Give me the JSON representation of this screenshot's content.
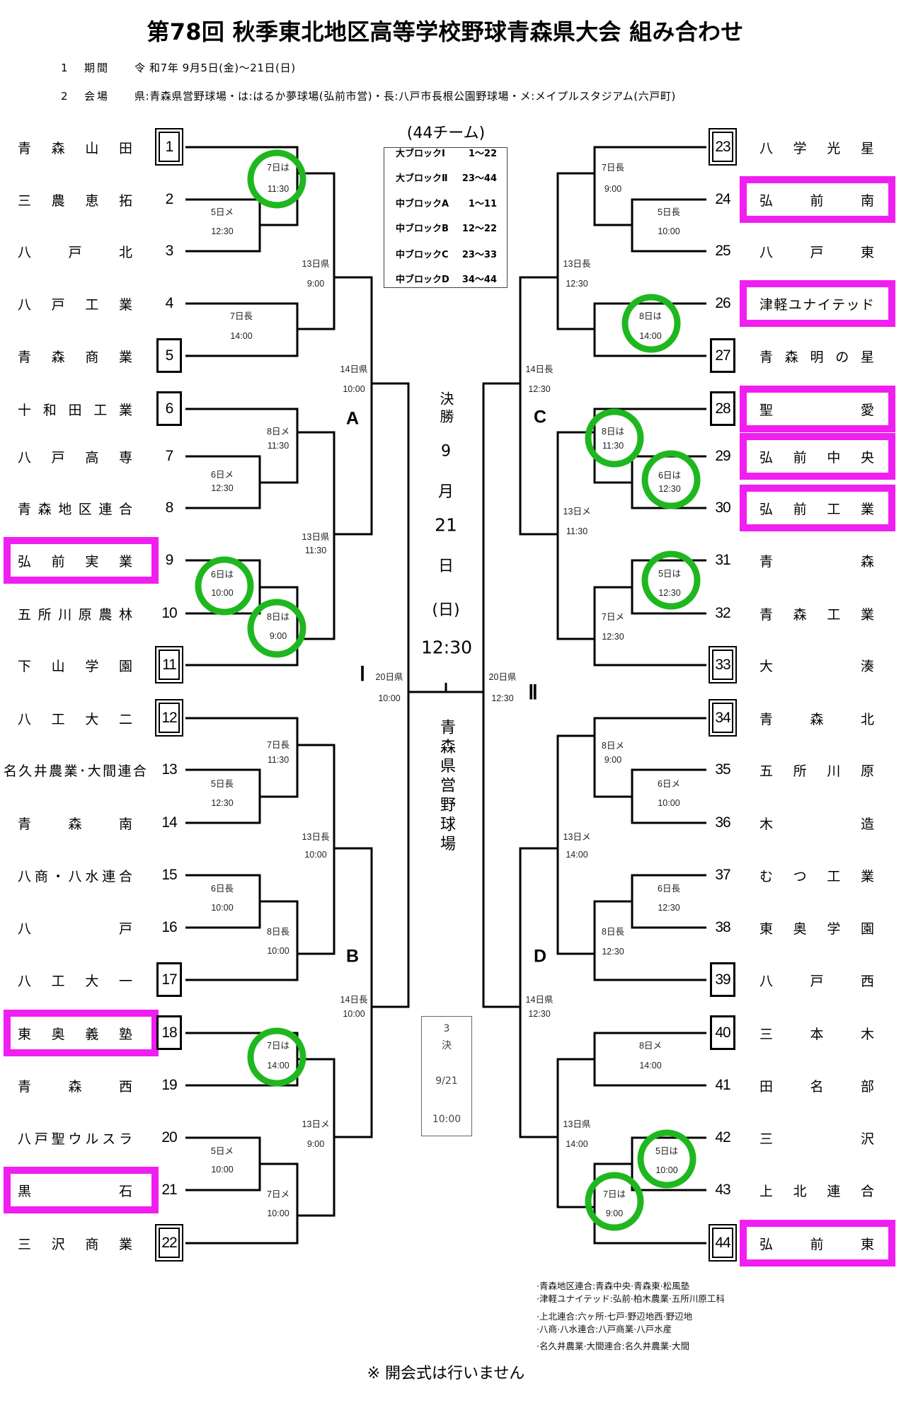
{
  "title": "第78回 秋季東北地区高等学校野球青森県大会 組み合わせ",
  "info": [
    {
      "num": "1",
      "label": "期間",
      "value": "令 和7年 9月5日(金)〜21日(日)"
    },
    {
      "num": "2",
      "label": "会場",
      "value": "県:青森県営野球場・は:はるか夢球場(弘前市営)・長:八戸市長根公園野球場・メ:メイプルスタジアム(六戸町)"
    }
  ],
  "team_count": "(44チーム)",
  "block_table": [
    {
      "name": "大ブロックⅠ",
      "range": "1〜22"
    },
    {
      "name": "大ブロックⅡ",
      "range": "23〜44"
    },
    {
      "name": "中ブロックA",
      "range": "1〜11"
    },
    {
      "name": "中ブロックB",
      "range": "12〜22"
    },
    {
      "name": "中ブロックC",
      "range": "23〜33"
    },
    {
      "name": "中ブロックD",
      "range": "34〜44"
    }
  ],
  "teams": [
    {
      "no": "1",
      "name": "青森山田",
      "box": "double",
      "highlight": false
    },
    {
      "no": "2",
      "name": "三農恵拓",
      "box": "none",
      "highlight": false
    },
    {
      "no": "3",
      "name": "八戸北",
      "box": "none",
      "highlight": false
    },
    {
      "no": "4",
      "name": "八戸工業",
      "box": "none",
      "highlight": false
    },
    {
      "no": "5",
      "name": "青森商業",
      "box": "single",
      "highlight": false
    },
    {
      "no": "6",
      "name": "十和田工業",
      "box": "single",
      "highlight": false
    },
    {
      "no": "7",
      "name": "八戸高専",
      "box": "none",
      "highlight": false
    },
    {
      "no": "8",
      "name": "青森地区連合",
      "box": "none",
      "highlight": false
    },
    {
      "no": "9",
      "name": "弘前実業",
      "box": "none",
      "highlight": true
    },
    {
      "no": "10",
      "name": "五所川原農林",
      "box": "none",
      "highlight": false
    },
    {
      "no": "11",
      "name": "下山学園",
      "box": "double",
      "highlight": false
    },
    {
      "no": "12",
      "name": "八工大二",
      "box": "double",
      "highlight": false
    },
    {
      "no": "13",
      "name": "名久井農業･大間連合",
      "box": "none",
      "highlight": false
    },
    {
      "no": "14",
      "name": "青森南",
      "box": "none",
      "highlight": false
    },
    {
      "no": "15",
      "name": "八商・八水連合",
      "box": "none",
      "highlight": false
    },
    {
      "no": "16",
      "name": "八戸",
      "box": "none",
      "highlight": false
    },
    {
      "no": "17",
      "name": "八工大一",
      "box": "single",
      "highlight": false
    },
    {
      "no": "18",
      "name": "東奥義塾",
      "box": "single",
      "highlight": true
    },
    {
      "no": "19",
      "name": "青森西",
      "box": "none",
      "highlight": false
    },
    {
      "no": "20",
      "name": "八戸聖ウルスラ",
      "box": "none",
      "highlight": false
    },
    {
      "no": "21",
      "name": "黒石",
      "box": "none",
      "highlight": true
    },
    {
      "no": "22",
      "name": "三沢商業",
      "box": "double",
      "highlight": false
    },
    {
      "no": "23",
      "name": "八学光星",
      "box": "double",
      "highlight": false
    },
    {
      "no": "24",
      "name": "弘前南",
      "box": "none",
      "highlight": true
    },
    {
      "no": "25",
      "name": "八戸東",
      "box": "none",
      "highlight": false
    },
    {
      "no": "26",
      "name": "津軽ユナイテッド",
      "box": "none",
      "highlight": true
    },
    {
      "no": "27",
      "name": "青森明の星",
      "box": "single",
      "highlight": false
    },
    {
      "no": "28",
      "name": "聖愛",
      "box": "single",
      "highlight": true
    },
    {
      "no": "29",
      "name": "弘前中央",
      "box": "none",
      "highlight": true
    },
    {
      "no": "30",
      "name": "弘前工業",
      "box": "none",
      "highlight": true
    },
    {
      "no": "31",
      "name": "青森",
      "box": "none",
      "highlight": false
    },
    {
      "no": "32",
      "name": "青森工業",
      "box": "none",
      "highlight": false
    },
    {
      "no": "33",
      "name": "大湊",
      "box": "double",
      "highlight": false
    },
    {
      "no": "34",
      "name": "青森北",
      "box": "double",
      "highlight": false
    },
    {
      "no": "35",
      "name": "五所川原",
      "box": "none",
      "highlight": false
    },
    {
      "no": "36",
      "name": "木造",
      "box": "none",
      "highlight": false
    },
    {
      "no": "37",
      "name": "むつ工業",
      "box": "none",
      "highlight": false
    },
    {
      "no": "38",
      "name": "東奥学園",
      "box": "none",
      "highlight": false
    },
    {
      "no": "39",
      "name": "八戸西",
      "box": "single",
      "highlight": false
    },
    {
      "no": "40",
      "name": "三本木",
      "box": "single",
      "highlight": false
    },
    {
      "no": "41",
      "name": "田名部",
      "box": "none",
      "highlight": false
    },
    {
      "no": "42",
      "name": "三沢",
      "box": "none",
      "highlight": false
    },
    {
      "no": "43",
      "name": "上北連合",
      "box": "none",
      "highlight": false
    },
    {
      "no": "44",
      "name": "弘前東",
      "box": "double",
      "highlight": true
    }
  ],
  "matches": [
    {
      "day": "5日メ",
      "time": "12:30",
      "circled": false
    },
    {
      "day": "7日は",
      "time": "11:30",
      "circled": true
    },
    {
      "day": "7日長",
      "time": "14:00",
      "circled": false
    },
    {
      "day": "13日県",
      "time": "9:00",
      "circled": false
    },
    {
      "day": "14日県",
      "time": "10:00",
      "circled": false
    },
    {
      "day": "6日メ",
      "time": "12:30",
      "circled": false
    },
    {
      "day": "8日メ",
      "time": "11:30",
      "circled": false
    },
    {
      "day": "6日は",
      "time": "10:00",
      "circled": true
    },
    {
      "day": "8日は",
      "time": "9:00",
      "circled": true
    },
    {
      "day": "13日県",
      "time": "11:30",
      "circled": false
    },
    {
      "day": "20日県",
      "time": "10:00",
      "circled": false
    },
    {
      "day": "5日長",
      "time": "12:30",
      "circled": false
    },
    {
      "day": "7日長",
      "time": "11:30",
      "circled": false
    },
    {
      "day": "6日長",
      "time": "10:00",
      "circled": false
    },
    {
      "day": "8日長",
      "time": "10:00",
      "circled": false
    },
    {
      "day": "13日長",
      "time": "10:00",
      "circled": false
    },
    {
      "day": "14日長",
      "time": "10:00",
      "circled": false
    },
    {
      "day": "7日は",
      "time": "14:00",
      "circled": true
    },
    {
      "day": "5日メ",
      "time": "10:00",
      "circled": false
    },
    {
      "day": "7日メ",
      "time": "10:00",
      "circled": false
    },
    {
      "day": "13日メ",
      "time": "9:00",
      "circled": false
    },
    {
      "day": "5日長",
      "time": "10:00",
      "circled": false
    },
    {
      "day": "7日長",
      "time": "9:00",
      "circled": false
    },
    {
      "day": "8日は",
      "time": "14:00",
      "circled": true
    },
    {
      "day": "13日長",
      "time": "12:30",
      "circled": false
    },
    {
      "day": "14日長",
      "time": "12:30",
      "circled": false
    },
    {
      "day": "6日は",
      "time": "12:30",
      "circled": true
    },
    {
      "day": "8日は",
      "time": "11:30",
      "circled": true
    },
    {
      "day": "5日は",
      "time": "12:30",
      "circled": true
    },
    {
      "day": "7日メ",
      "time": "12:30",
      "circled": false
    },
    {
      "day": "13日メ",
      "time": "11:30",
      "circled": false
    },
    {
      "day": "20日県",
      "time": "12:30",
      "circled": false
    },
    {
      "day": "6日メ",
      "time": "10:00",
      "circled": false
    },
    {
      "day": "8日メ",
      "time": "9:00",
      "circled": false
    },
    {
      "day": "6日長",
      "time": "12:30",
      "circled": false
    },
    {
      "day": "8日長",
      "time": "12:30",
      "circled": false
    },
    {
      "day": "13日メ",
      "time": "14:00",
      "circled": false
    },
    {
      "day": "14日県",
      "time": "12:30",
      "circled": false
    },
    {
      "day": "8日メ",
      "time": "14:00",
      "circled": false
    },
    {
      "day": "5日は",
      "time": "10:00",
      "circled": true
    },
    {
      "day": "7日は",
      "time": "9:00",
      "circled": true
    },
    {
      "day": "13日県",
      "time": "14:00",
      "circled": false
    }
  ],
  "block_letters": [
    "A",
    "B",
    "C",
    "D"
  ],
  "half_letters": [
    "Ⅰ",
    "Ⅱ"
  ],
  "final": {
    "label": "決勝",
    "month": "9",
    "month_unit": "月",
    "day": "21",
    "day_unit": "日",
    "weekday": "(日)",
    "time": "12:30",
    "venue": "青森県営野球場"
  },
  "third_place": {
    "num": "3",
    "label": "決",
    "date": "9/21",
    "time": "10:00"
  },
  "notes": [
    "·青森地区連合:青森中央·青森東·松風塾",
    "·津軽ユナイテッド:弘前·柏木農業·五所川原工科",
    "·上北連合:六ヶ所·七戸·野辺地西·野辺地",
    "·八商·八水連合:八戸商業·八戸水産",
    "·名久井農業·大間連合:名久井農業·大間"
  ],
  "footer": "※ 開会式は行いません",
  "colors": {
    "highlight": "#f01ef0",
    "circle": "#1fb71f",
    "line": "#000000"
  }
}
